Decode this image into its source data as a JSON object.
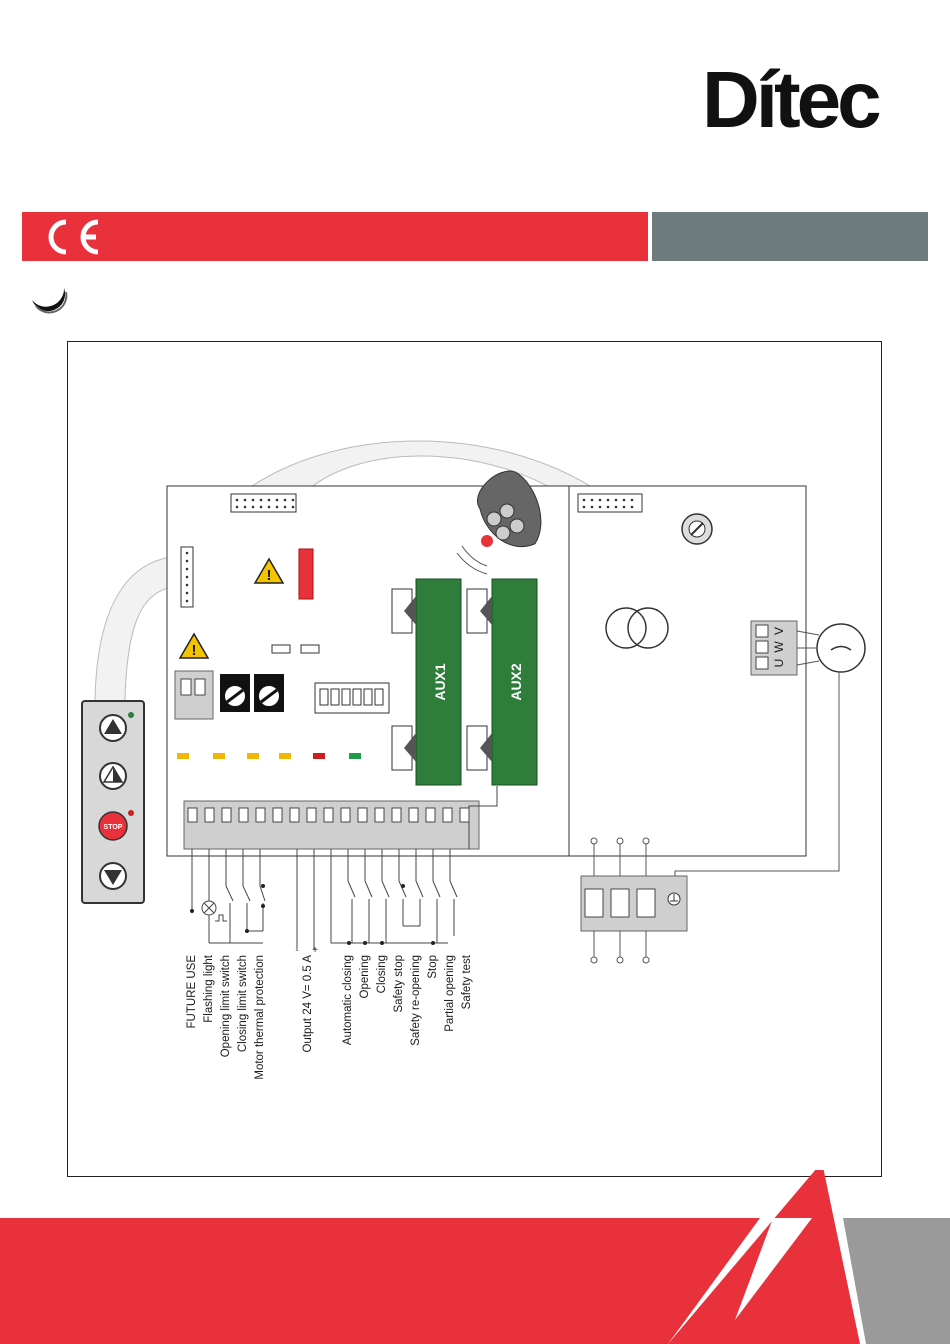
{
  "brand": {
    "logo_text": "Dítec"
  },
  "colors": {
    "accent_red": "#e8313b",
    "bar_grey": "#6d7b7f",
    "board_green": "#2e7d3a",
    "footer_grey": "#9a9a9a"
  },
  "diagram": {
    "aux1_label": "AUX1",
    "aux2_label": "AUX2",
    "stop_button_label": "STOP",
    "motor_phases": [
      "V",
      "W",
      "U"
    ],
    "terminal_labels": {
      "future_use": "FUTURE USE",
      "flashing_light": "Flashing light",
      "opening_limit_switch": "Opening limit switch",
      "closing_limit_switch": "Closing limit switch",
      "motor_thermal_protection": "Motor thermal protection",
      "output_24v": "Output 24 V= 0.5 A",
      "automatic_closing": "Automatic closing",
      "opening": "Opening",
      "closing": "Closing",
      "safety_stop": "Safety stop",
      "safety_reopening": "Safety re-opening",
      "stop": "Stop",
      "partial_opening": "Partial opening",
      "safety_test": "Safety test"
    },
    "polarity": {
      "minus": "-",
      "plus": "+"
    }
  }
}
